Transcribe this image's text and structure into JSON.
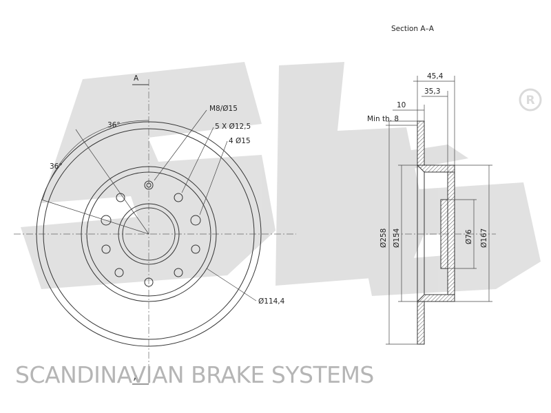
{
  "brand": {
    "logo_text": "sbs",
    "registered_mark": "R",
    "footer": "SCANDINAVIAN BRAKE SYSTEMS"
  },
  "front_view": {
    "section_mark_top": "A",
    "section_mark_bottom": "A",
    "angle_label_1": "36°",
    "angle_label_2": "36°",
    "callout_thread": "M8/Ø15",
    "callout_bolt_holes": "5 X Ø12,5",
    "callout_holes": "4 Ø15",
    "pcd": "Ø114,4"
  },
  "section_view": {
    "title": "Section A–A",
    "overall_height": "45,4",
    "hat_height": "35,3",
    "thickness": "10",
    "min_thickness": "Min th. 8",
    "diameters": [
      "Ø258",
      "Ø154",
      "Ø76",
      "Ø167"
    ]
  }
}
